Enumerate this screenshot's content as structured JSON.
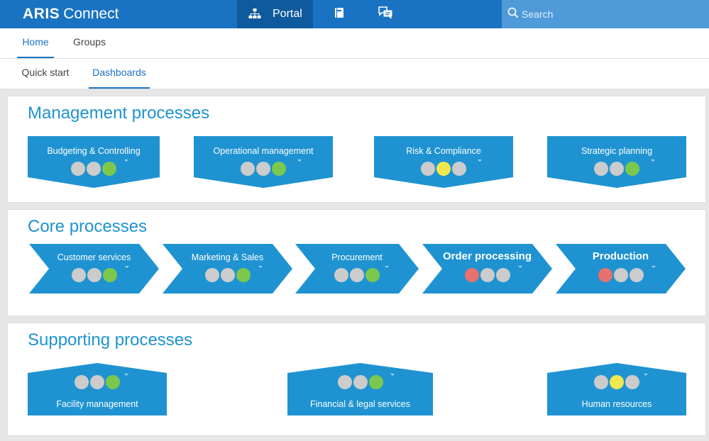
{
  "header": {
    "logo_bold": "ARIS",
    "logo_rest": "Connect",
    "nav_portal": "Portal",
    "search_placeholder": "Search"
  },
  "tabs_main": [
    {
      "label": "Home",
      "active": true
    },
    {
      "label": "Groups",
      "active": false
    }
  ],
  "tabs_sub": [
    {
      "label": "Quick start",
      "active": false
    },
    {
      "label": "Dashboards",
      "active": true
    }
  ],
  "colors": {
    "topbar": "#1a73c2",
    "shape": "#1f93d1",
    "light_grey": "#cccccc",
    "light_green": "#7cc84e",
    "light_yellow": "#f0e84f",
    "light_red": "#e8716e"
  },
  "management": {
    "title": "Management processes",
    "items": [
      {
        "label": "Budgeting & Controlling",
        "lights": [
          "grey",
          "grey",
          "green"
        ]
      },
      {
        "label": "Operational management",
        "lights": [
          "grey",
          "grey",
          "green"
        ]
      },
      {
        "label": "Risk & Compliance",
        "lights": [
          "grey",
          "yellow",
          "grey"
        ]
      },
      {
        "label": "Strategic planning",
        "lights": [
          "grey",
          "grey",
          "green"
        ]
      }
    ]
  },
  "core": {
    "title": "Core processes",
    "items": [
      {
        "label": "Customer services",
        "lights": [
          "grey",
          "grey",
          "green"
        ]
      },
      {
        "label": "Marketing & Sales",
        "lights": [
          "grey",
          "grey",
          "green"
        ]
      },
      {
        "label": "Procurement",
        "lights": [
          "grey",
          "grey",
          "green"
        ]
      },
      {
        "label": "Order processing",
        "lights": [
          "red",
          "grey",
          "grey"
        ],
        "bold": true
      },
      {
        "label": "Production",
        "lights": [
          "red",
          "grey",
          "grey"
        ],
        "bold": true
      }
    ]
  },
  "supporting": {
    "title": "Supporting processes",
    "items": [
      {
        "label": "Facility management",
        "lights": [
          "grey",
          "grey",
          "green"
        ]
      },
      {
        "label": "Financial & legal services",
        "lights": [
          "grey",
          "grey",
          "green"
        ]
      },
      {
        "label": "Human resources",
        "lights": [
          "grey",
          "yellow",
          "grey"
        ]
      }
    ]
  }
}
